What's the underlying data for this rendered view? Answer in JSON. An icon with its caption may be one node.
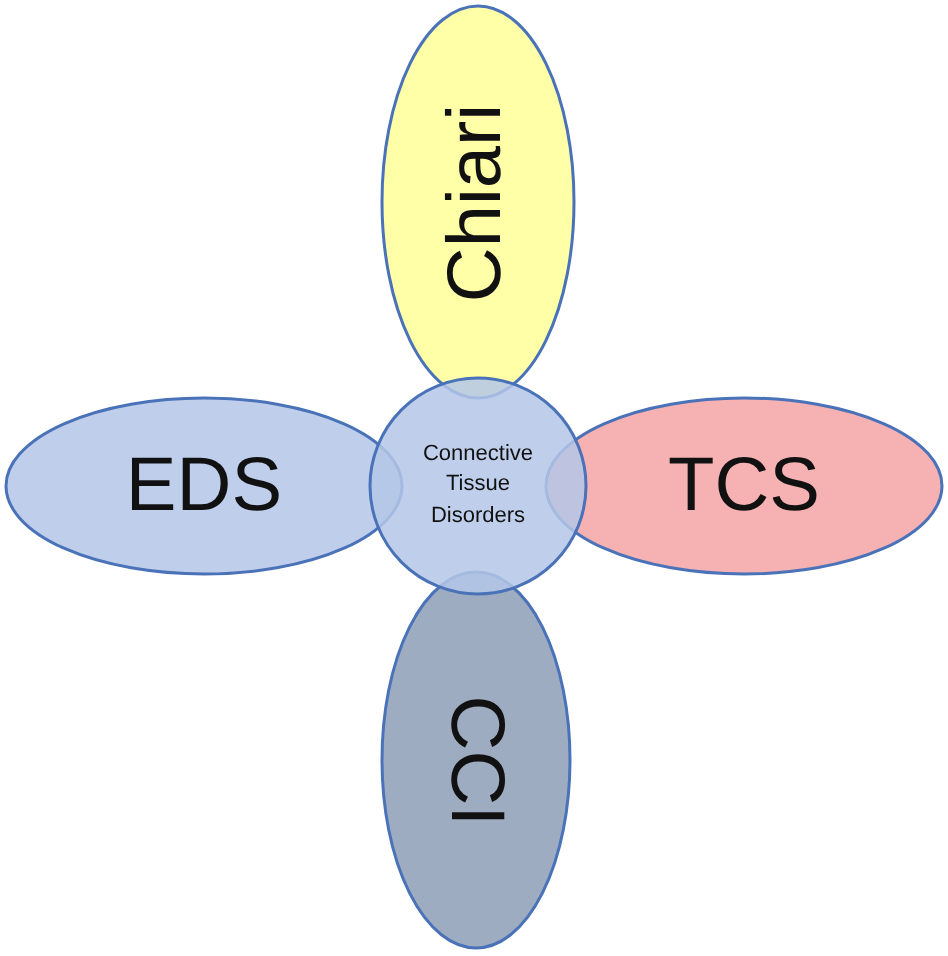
{
  "diagram": {
    "nodes": [
      {
        "text": [
          "Chiari"
        ]
      },
      {
        "text": [
          "EDS"
        ]
      },
      {
        "text": [
          "Connective Tissue Disorders"
        ]
      },
      {
        "text": [
          "TCS"
        ]
      },
      {
        "text": [
          "CCI"
        ]
      }
    ]
  }
}
